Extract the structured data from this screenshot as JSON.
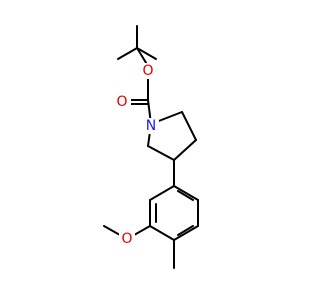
{
  "molecule": {
    "atoms": {
      "carbonyl_o": {
        "symbol": "O",
        "color": "#e00000"
      },
      "ester_o": {
        "symbol": "O",
        "color": "#e00000"
      },
      "ring_n": {
        "symbol": "N",
        "color": "#1a1aff"
      },
      "methoxy_o": {
        "symbol": "O",
        "color": "#e00000"
      }
    },
    "bond_color": "#000000"
  }
}
